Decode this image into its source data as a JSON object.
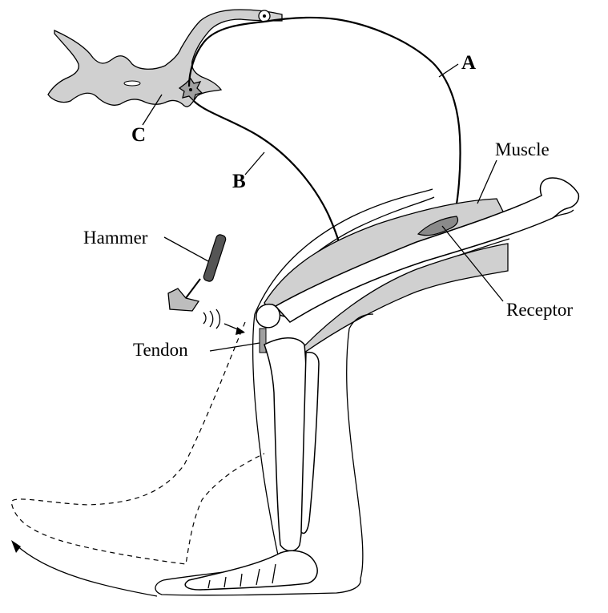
{
  "labels": {
    "a": "A",
    "b": "B",
    "c": "C",
    "muscle": "Muscle",
    "hammer": "Hammer",
    "receptor": "Receptor",
    "tendon": "Tendon"
  },
  "colors": {
    "tissue_grey": "#d0d0d0",
    "receptor_dark": "#8a8a8a",
    "line": "#000000"
  }
}
